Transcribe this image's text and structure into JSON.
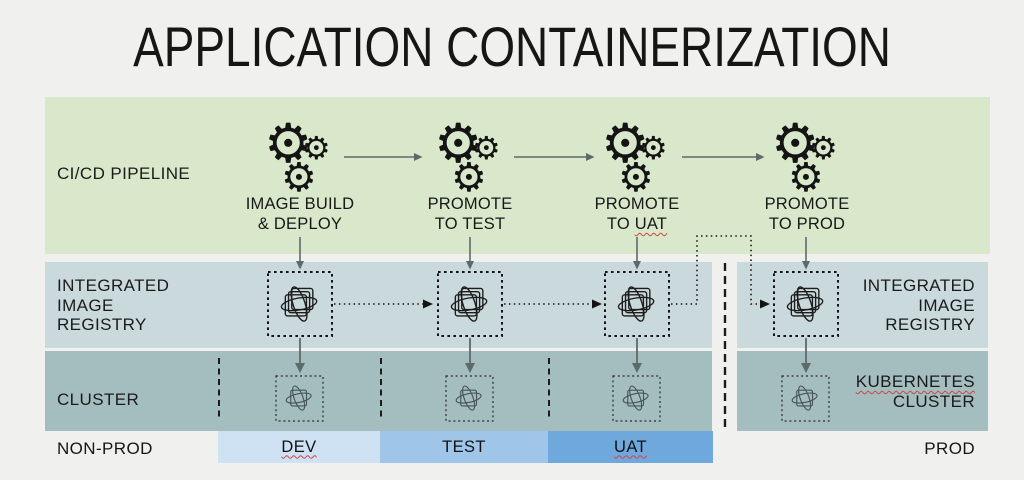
{
  "title": "APPLICATION CONTAINERIZATION",
  "pipeline": {
    "row_label": "CI/CD PIPELINE",
    "stages": [
      {
        "line1": "IMAGE BUILD",
        "line2": "& DEPLOY"
      },
      {
        "line1": "PROMOTE",
        "line2": "TO TEST"
      },
      {
        "line1": "PROMOTE",
        "line2_prefix": "TO",
        "line2_word": "UAT"
      },
      {
        "line1": "PROMOTE",
        "line2": "TO PROD"
      }
    ]
  },
  "registry": {
    "nonprod_label": {
      "line1": "INTEGRATED",
      "line2": "IMAGE",
      "line3": "REGISTRY"
    },
    "prod_label": {
      "line1": "INTEGRATED",
      "line2": "IMAGE",
      "line3": "REGISTRY"
    }
  },
  "cluster": {
    "nonprod_label": "CLUSTER",
    "prod_label": {
      "line1": "KUBERNETES",
      "line2": "CLUSTER"
    }
  },
  "zones": {
    "nonprod_label": "NON-PROD",
    "prod_label": "PROD"
  },
  "environments": [
    {
      "label": "DEV",
      "color": "#cfe2f3"
    },
    {
      "label": "TEST",
      "color": "#9fc5e8"
    },
    {
      "label": "UAT",
      "color": "#6fa8dc"
    }
  ],
  "icons": {
    "gear_char": "⚙",
    "registry_icon": "container-image-icon",
    "cluster_icon": "container-instance-icon"
  },
  "colors": {
    "background": "#f0f0ee",
    "pipeline_band": "#d9e8cb",
    "registry_band": "#c9d9dc",
    "cluster_band": "#a4bdbe",
    "arrow_gray": "#5d6a6a",
    "line_black": "#1a1a1a",
    "spellcheck_red": "#cc4444"
  }
}
